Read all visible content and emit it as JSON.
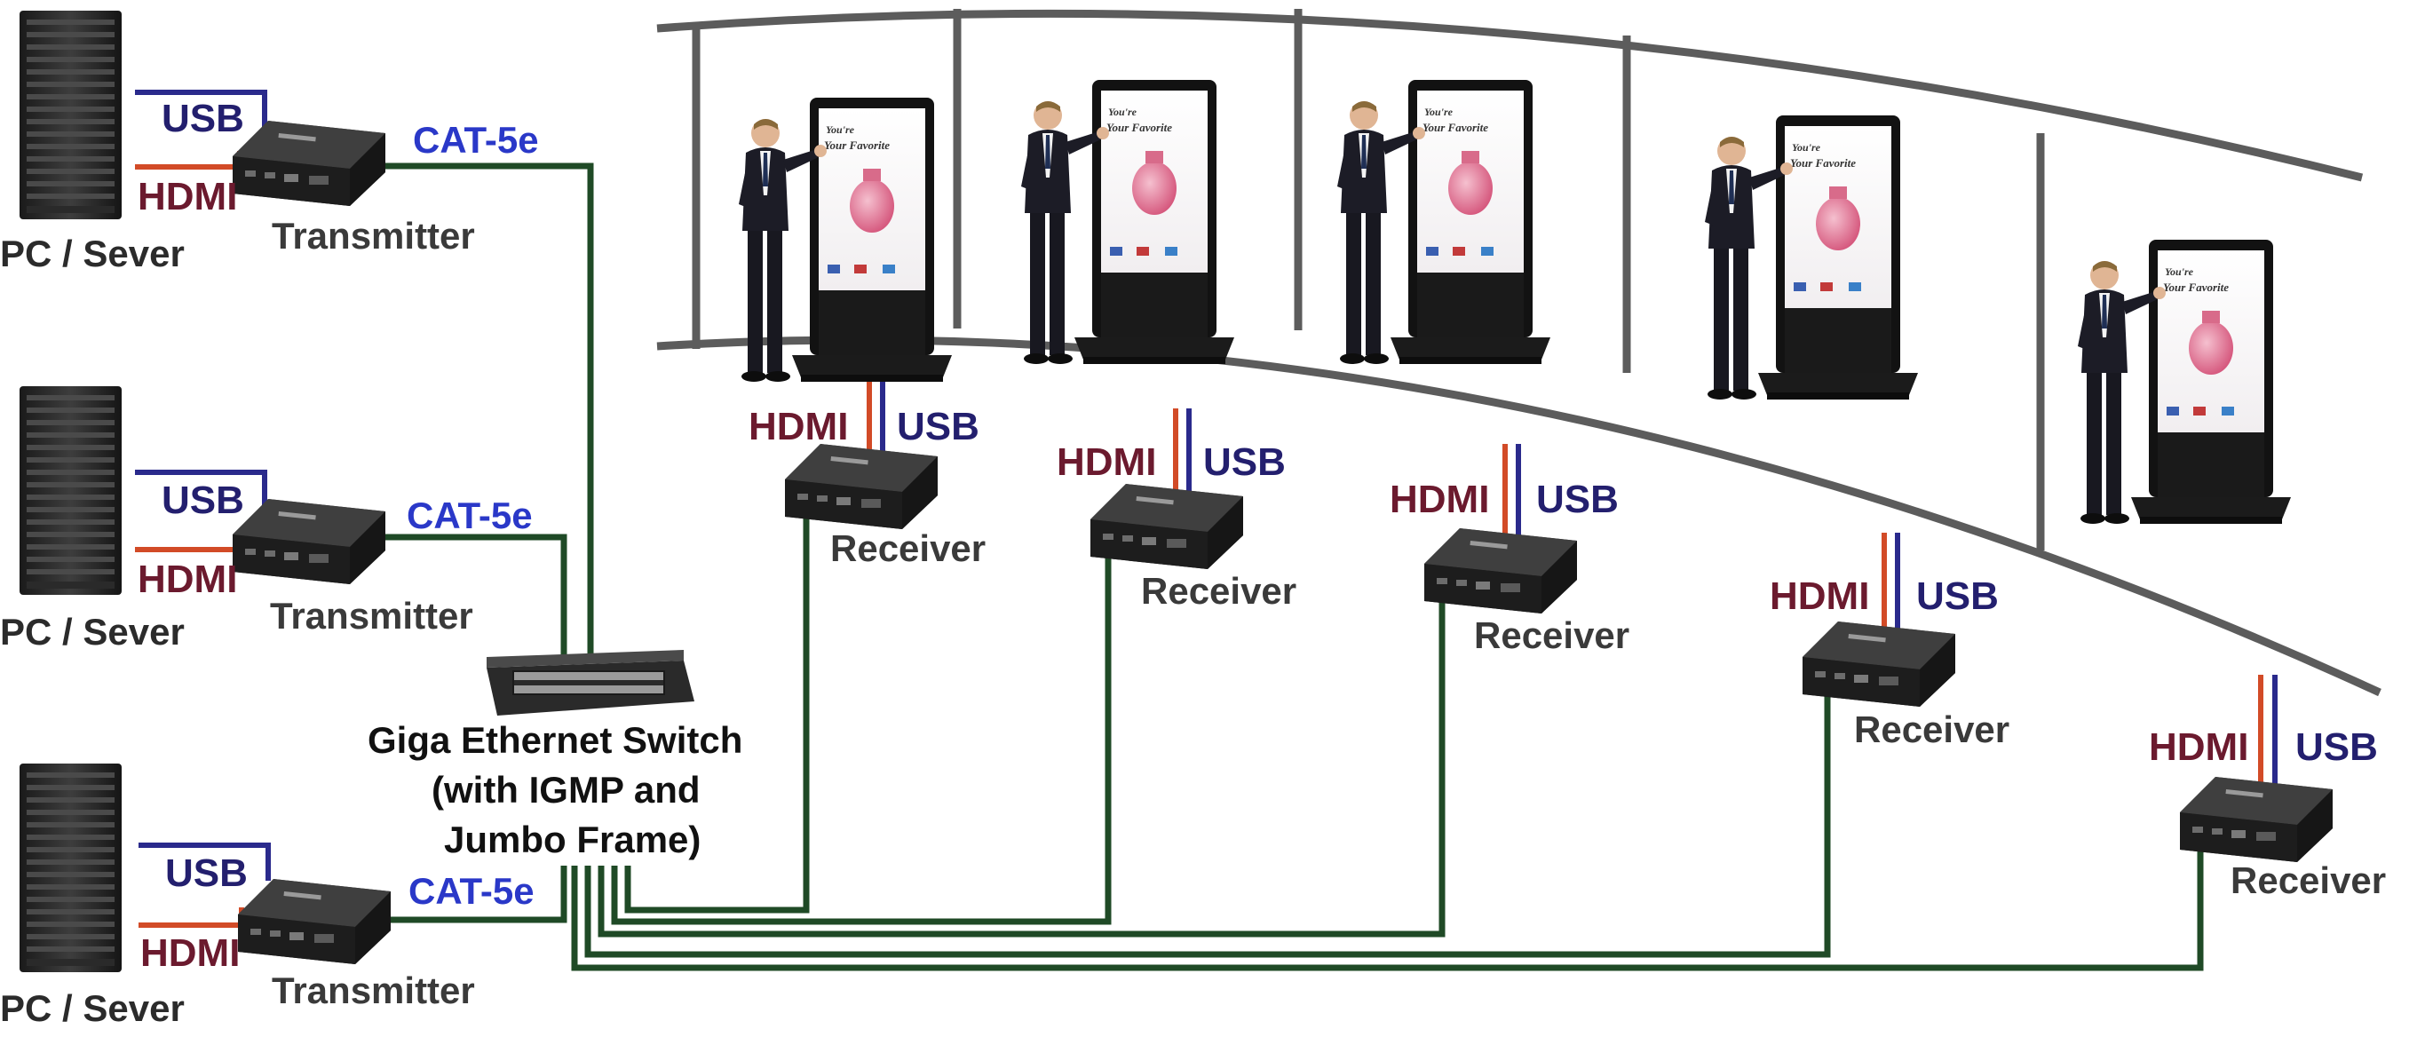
{
  "sources": [
    {
      "label": "PC / Sever",
      "usb": "USB",
      "hdmi": "HDMI",
      "device": "Transmitter",
      "link": "CAT-5e"
    },
    {
      "label": "PC / Sever",
      "usb": "USB",
      "hdmi": "HDMI",
      "device": "Transmitter",
      "link": "CAT-5e"
    },
    {
      "label": "PC / Sever",
      "usb": "USB",
      "hdmi": "HDMI",
      "device": "Transmitter",
      "link": "CAT-5e"
    }
  ],
  "switch": {
    "line1": "Giga Ethernet Switch",
    "line2": "(with IGMP and",
    "line3": "Jumbo Frame)"
  },
  "displays": [
    {
      "hdmi": "HDMI",
      "usb": "USB",
      "device": "Receiver"
    },
    {
      "hdmi": "HDMI",
      "usb": "USB",
      "device": "Receiver"
    },
    {
      "hdmi": "HDMI",
      "usb": "USB",
      "device": "Receiver"
    },
    {
      "hdmi": "HDMI",
      "usb": "USB",
      "device": "Receiver"
    },
    {
      "hdmi": "HDMI",
      "usb": "USB",
      "device": "Receiver"
    }
  ],
  "colors": {
    "network_cable": "#1f4a26",
    "usb_cable": "#2a2a8c",
    "hdmi_cable": "#d24b27",
    "usb_text": "#231f6e",
    "hdmi_text": "#6b1a2e",
    "cat_text": "#2a38c8"
  },
  "icons": [
    "server-icon",
    "transmitter-icon",
    "switch-icon",
    "receiver-icon",
    "kiosk-display-icon",
    "person-icon"
  ]
}
